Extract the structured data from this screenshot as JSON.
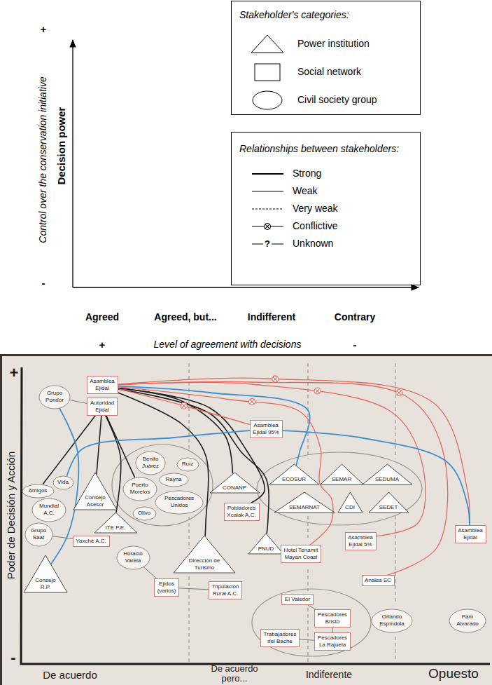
{
  "diagram": {
    "nodes": [
      {
        "text": [
          "Asamblea Ejidal"
        ]
      },
      {
        "text": [
          "Grupo Pondor"
        ]
      },
      {
        "text": [
          "Autoridad Ejidal"
        ]
      },
      {
        "text": [
          "Asamblea Ejidal 95%"
        ]
      },
      {
        "text": [
          "Benito Juárez"
        ]
      },
      {
        "text": [
          "Ruíz"
        ]
      },
      {
        "text": [
          "ECOSUR"
        ]
      },
      {
        "text": [
          "SEMAR"
        ]
      },
      {
        "text": [
          "SEDUMA"
        ]
      },
      {
        "text": [
          "Rayna"
        ]
      },
      {
        "text": [
          "Vida"
        ]
      },
      {
        "text": [
          "CONANP"
        ]
      },
      {
        "text": [
          "Puerto Morelos"
        ]
      },
      {
        "text": [
          "Amigos"
        ]
      },
      {
        "text": [
          "Consejo Asesor"
        ]
      },
      {
        "text": [
          "Pescadores Unidos"
        ]
      },
      {
        "text": [
          "SEMARNAT"
        ]
      },
      {
        "text": [
          "CDI"
        ]
      },
      {
        "text": [
          "SEDET"
        ]
      },
      {
        "text": [
          "Mundial A.C."
        ]
      },
      {
        "text": [
          "Olivo"
        ]
      },
      {
        "text": [
          "ITE P.E."
        ]
      },
      {
        "text": [
          "Pobladores Xcalak A.C."
        ]
      },
      {
        "text": [
          "Grupo Saat"
        ]
      },
      {
        "text": [
          "Asamblea Ejidal"
        ]
      },
      {
        "text": [
          "Yaxché A.C."
        ]
      },
      {
        "text": [
          "Dirección de Turismo"
        ]
      },
      {
        "text": [
          "PNUD"
        ]
      },
      {
        "text": [
          "Asamblea Ejidal 5%"
        ]
      },
      {
        "text": [
          "Hotel Tenamit Mayan Coast"
        ]
      },
      {
        "text": [
          "Horacio Varela"
        ]
      },
      {
        "text": [
          "Consejo R.P."
        ]
      },
      {
        "text": [
          "Anaisa SC"
        ]
      },
      {
        "text": [
          "Ejidos (varios)"
        ]
      },
      {
        "text": [
          "Tripulación Rural A.C."
        ]
      },
      {
        "text": [
          "El Valedor"
        ]
      },
      {
        "text": [
          "Pescadores Bristo"
        ]
      },
      {
        "text": [
          "Orlando Espíndola"
        ]
      },
      {
        "text": [
          "Pam Alvarado"
        ]
      },
      {
        "text": [
          "Trabajadores del Bache"
        ]
      },
      {
        "text": [
          "Pescadores La Rajuela"
        ]
      }
    ],
    "edges": [
      {
        "from": 2,
        "to": 1,
        "arrow": "none"
      },
      {
        "from": 2,
        "to": 13,
        "arrow": "none"
      },
      {
        "from": 2,
        "to": 14,
        "arrow": "none"
      },
      {
        "from": 2,
        "to": 12,
        "arrow": "none"
      },
      {
        "from": 2,
        "to": 21,
        "arrow": "none"
      },
      {
        "from": 0,
        "to": 11,
        "arrow": "none"
      },
      {
        "from": 0,
        "to": 27,
        "arrow": "none"
      },
      {
        "from": 0,
        "to": 26,
        "arrow": "none"
      },
      {
        "from": 0,
        "to": 22,
        "arrow": "none"
      },
      {
        "from": 0,
        "to": 6,
        "arrow": "none"
      },
      {
        "from": 0,
        "to": 3,
        "arrow": "none"
      },
      {
        "from": 0,
        "to": 24,
        "arrow": "none"
      },
      {
        "from": 0,
        "to": 28,
        "arrow": "none"
      },
      {
        "from": 0,
        "to": 32,
        "arrow": "none"
      },
      {
        "from": 0,
        "to": 29,
        "arrow": "none"
      },
      {
        "from": 1,
        "to": 31,
        "arrow": "none"
      },
      {
        "from": 3,
        "to": 24,
        "arrow": "none"
      },
      {
        "from": 10,
        "to": 3,
        "arrow": "none"
      },
      {
        "from": 23,
        "to": 25,
        "arrow": "none"
      },
      {
        "from": 30,
        "to": 33,
        "arrow": "none"
      },
      {
        "from": 33,
        "to": 34,
        "arrow": "none"
      },
      {
        "from": 35,
        "to": 36,
        "arrow": "none"
      },
      {
        "from": 36,
        "to": 40,
        "arrow": "none"
      },
      {
        "from": 39,
        "to": 40,
        "arrow": "none"
      }
    ],
    "labels": [
      "+",
      "-",
      "Control over the conservation initiative",
      "Decision power",
      "Stakeholder's categories:",
      "Relationships between stakeholders:",
      "?",
      "Agreed",
      "Agreed, but...",
      "Indifferent",
      "Contrary",
      "+",
      "Level of agreement with decisions",
      "-",
      "+",
      "Poder de Decisión y Acción",
      "-",
      "De acuerdo",
      "De acuerdo pero...",
      "Indiferente",
      "Opuesto"
    ],
    "legend": [
      {
        "text": "Power institution"
      },
      {
        "text": "Social network"
      },
      {
        "text": "Civil society group"
      },
      {
        "text": "Strong"
      },
      {
        "text": "Weak"
      },
      {
        "text": "Very weak"
      },
      {
        "text": "Conflictive"
      },
      {
        "text": "Unknown"
      }
    ]
  }
}
